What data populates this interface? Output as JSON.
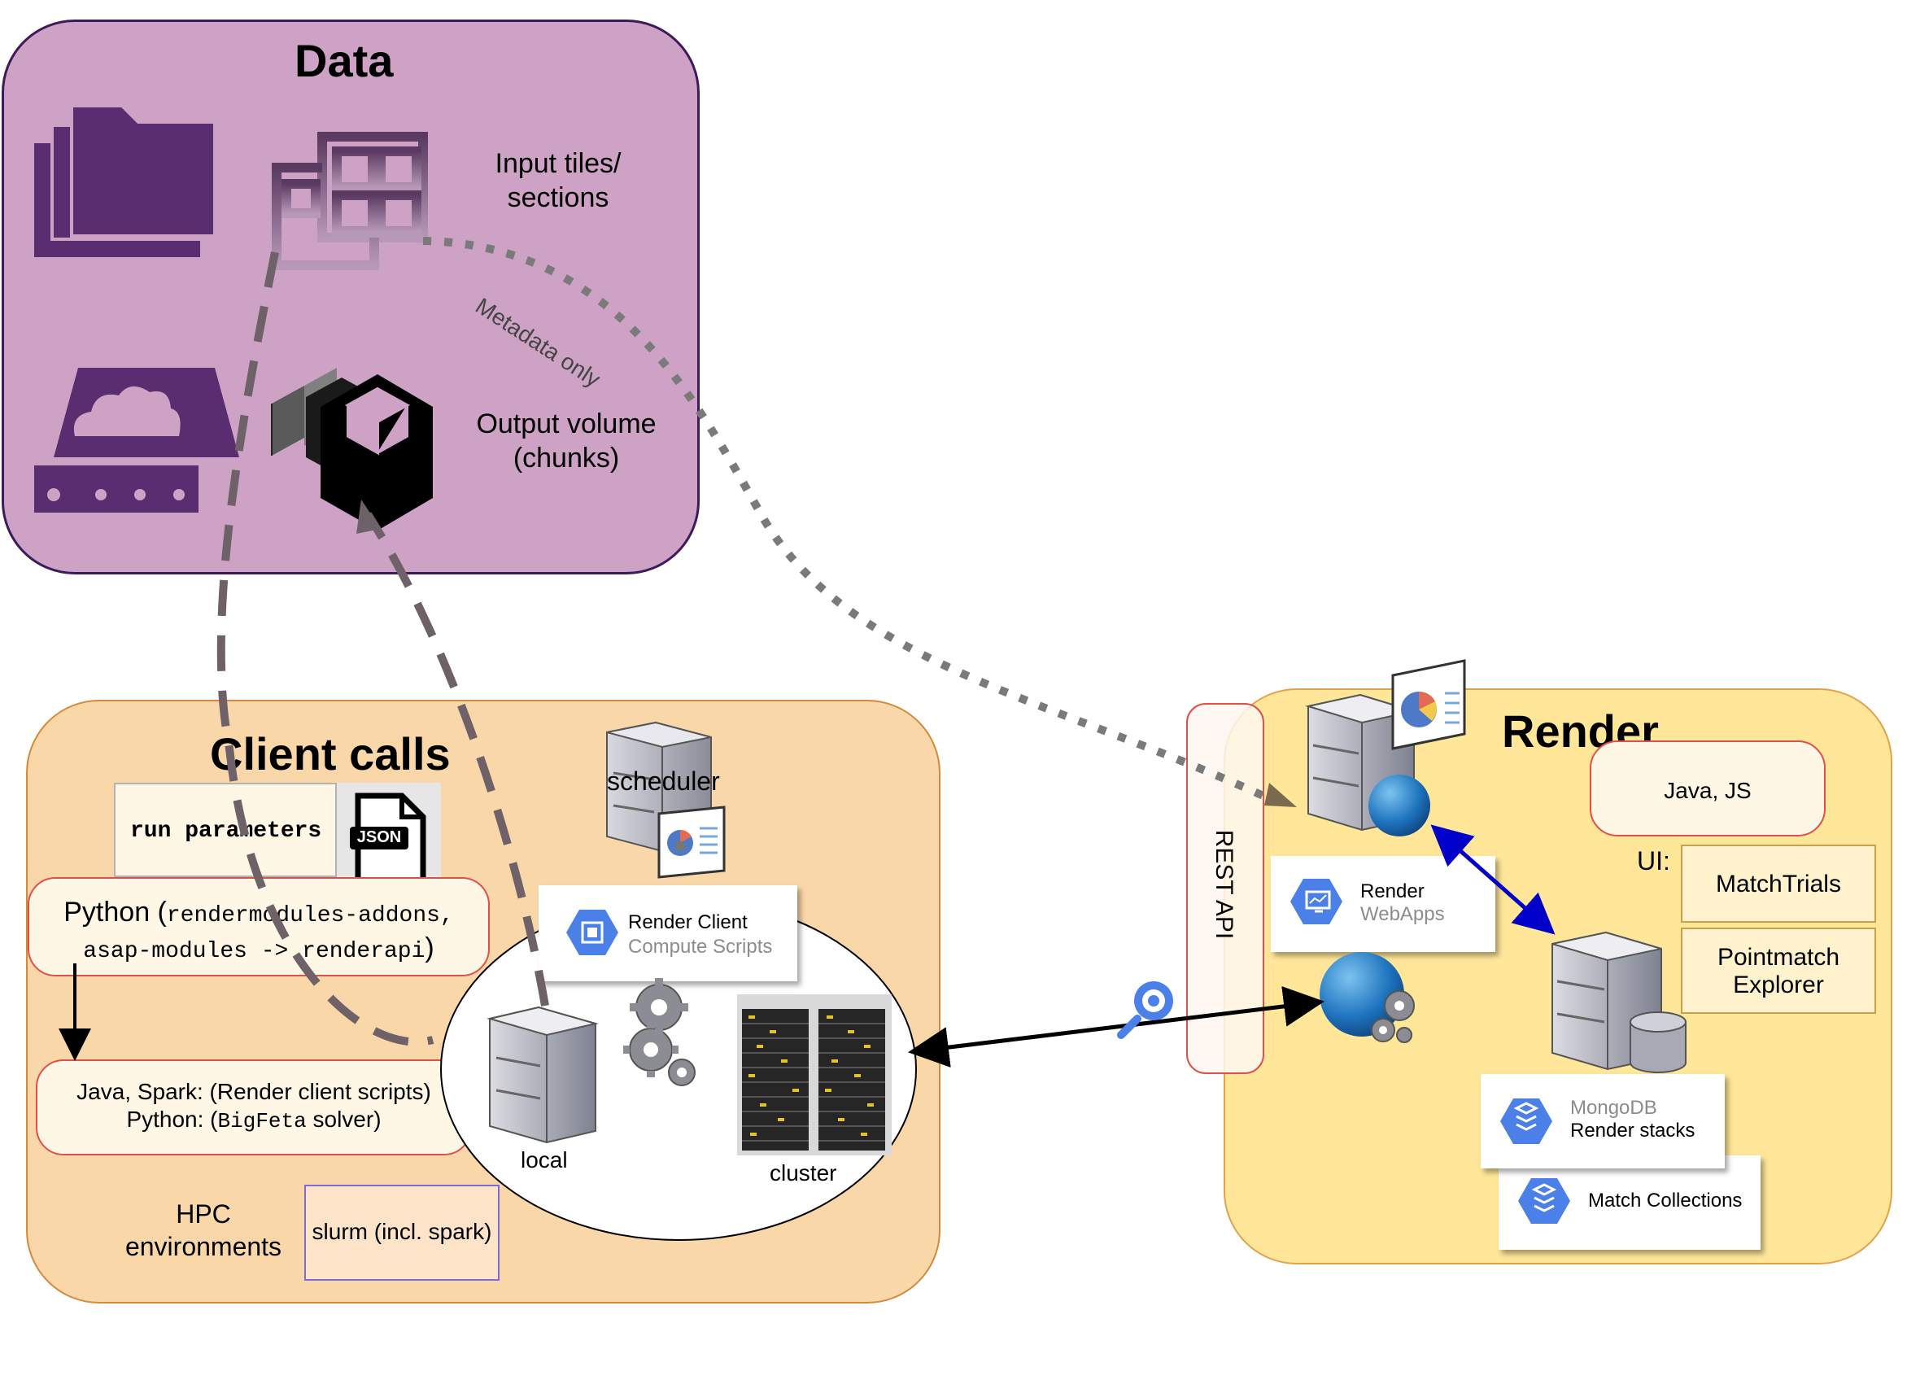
{
  "data_panel": {
    "title": "Data",
    "input_label": "Input tiles/\nsections",
    "output_label": "Output volume\n(chunks)",
    "edge_label": "Metadata only"
  },
  "client_panel": {
    "title": "Client calls",
    "run_parameters": "run parameters",
    "json_label": "JSON",
    "python_prefix": "Python (",
    "python_mono_line1": "rendermodules-addons,",
    "python_mono_line2": "asap-modules -> renderapi",
    "python_suffix": ")",
    "java_line1": "Java, Spark: (Render client scripts)",
    "java_line2_prefix": "Python: (",
    "java_line2_mono": "BigFeta",
    "java_line2_suffix": " solver)",
    "hpc_label": "HPC\nenvironments",
    "slurm_label": "slurm (incl. spark)",
    "scheduler_label": "scheduler",
    "render_client_title": "Render Client",
    "render_client_subtitle": "Compute Scripts",
    "local_label": "local",
    "cluster_label": "cluster"
  },
  "render_panel": {
    "title": "Render",
    "rest_api": "REST API",
    "java_js": "Java, JS",
    "ui_label": "UI:",
    "matchtrials": "MatchTrials",
    "pointmatch": "Pointmatch\nExplorer",
    "webapps_title": "Render",
    "webapps_subtitle": "WebApps",
    "mongodb_title": "MongoDB",
    "mongodb_subtitle": "Render stacks",
    "match_collections": "Match Collections"
  },
  "colors": {
    "data_fill": "#cda2c5",
    "client_fill": "#f9d7a9",
    "render_fill": "#ffe699",
    "icon_purple": "#5a2d71",
    "google_blue": "#4a80e8"
  }
}
